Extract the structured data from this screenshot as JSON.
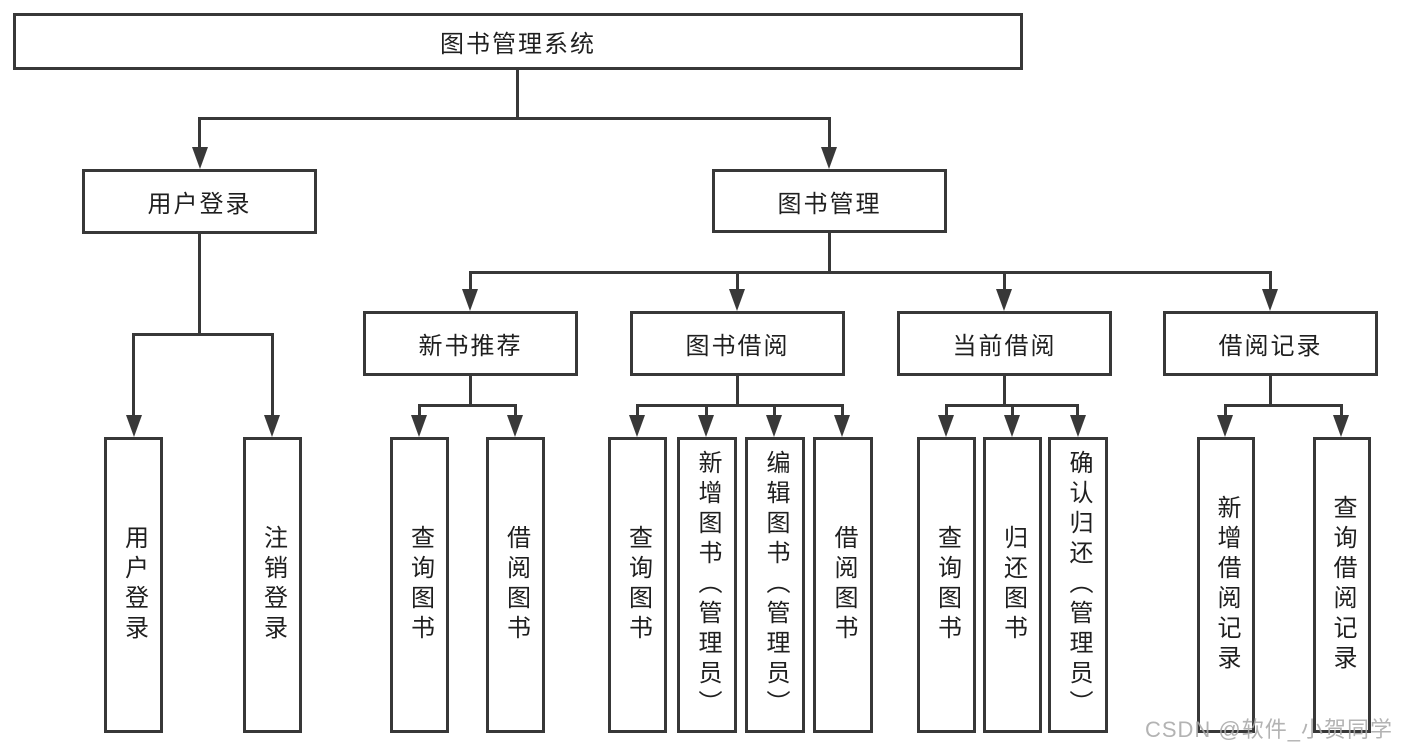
{
  "diagram": {
    "root": {
      "label": "图书管理系统"
    },
    "branches": [
      {
        "label": "用户登录",
        "children": [
          {
            "label": "用户登录"
          },
          {
            "label": "注销登录"
          }
        ]
      },
      {
        "label": "图书管理",
        "children": [
          {
            "label": "新书推荐",
            "children": [
              {
                "label": "查询图书"
              },
              {
                "label": "借阅图书"
              }
            ]
          },
          {
            "label": "图书借阅",
            "children": [
              {
                "label": "查询图书"
              },
              {
                "label": "新增图书（管理员）"
              },
              {
                "label": "编辑图书（管理员）"
              },
              {
                "label": "借阅图书"
              }
            ]
          },
          {
            "label": "当前借阅",
            "children": [
              {
                "label": "查询图书"
              },
              {
                "label": "归还图书"
              },
              {
                "label": "确认归还（管理员）"
              }
            ]
          },
          {
            "label": "借阅记录",
            "children": [
              {
                "label": "新增借阅记录"
              },
              {
                "label": "查询借阅记录"
              }
            ]
          }
        ]
      }
    ]
  },
  "watermark": {
    "text": "CSDN @软件_小贺同学"
  },
  "colors": {
    "line": "#383838",
    "text": "#1f1f1f",
    "background": "#ffffff",
    "watermark": "#a8a8a8"
  }
}
